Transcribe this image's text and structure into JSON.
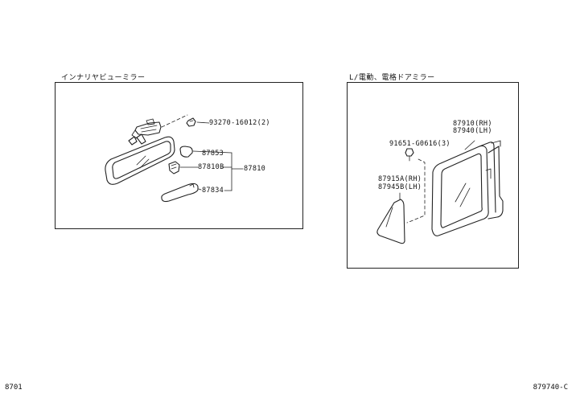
{
  "left_section": {
    "title": "インナリヤビューミラー",
    "callouts": {
      "clip_part": "93270-16012(2)",
      "cover_part": "87853",
      "holder_part": "87810B",
      "mirror_assembly": "87810",
      "bracket_part": "87834"
    }
  },
  "right_section": {
    "title": "L/電動、電格ドアミラー",
    "callouts": {
      "nut_part": "91651-G0616(3)",
      "mirror_rh": "87910(RH)",
      "mirror_lh": "87940(LH)",
      "cover_rh": "87915A(RH)",
      "cover_lh": "87945B(LH)"
    }
  },
  "footer": {
    "page_code": "8701",
    "figure_code": "879740-C"
  }
}
